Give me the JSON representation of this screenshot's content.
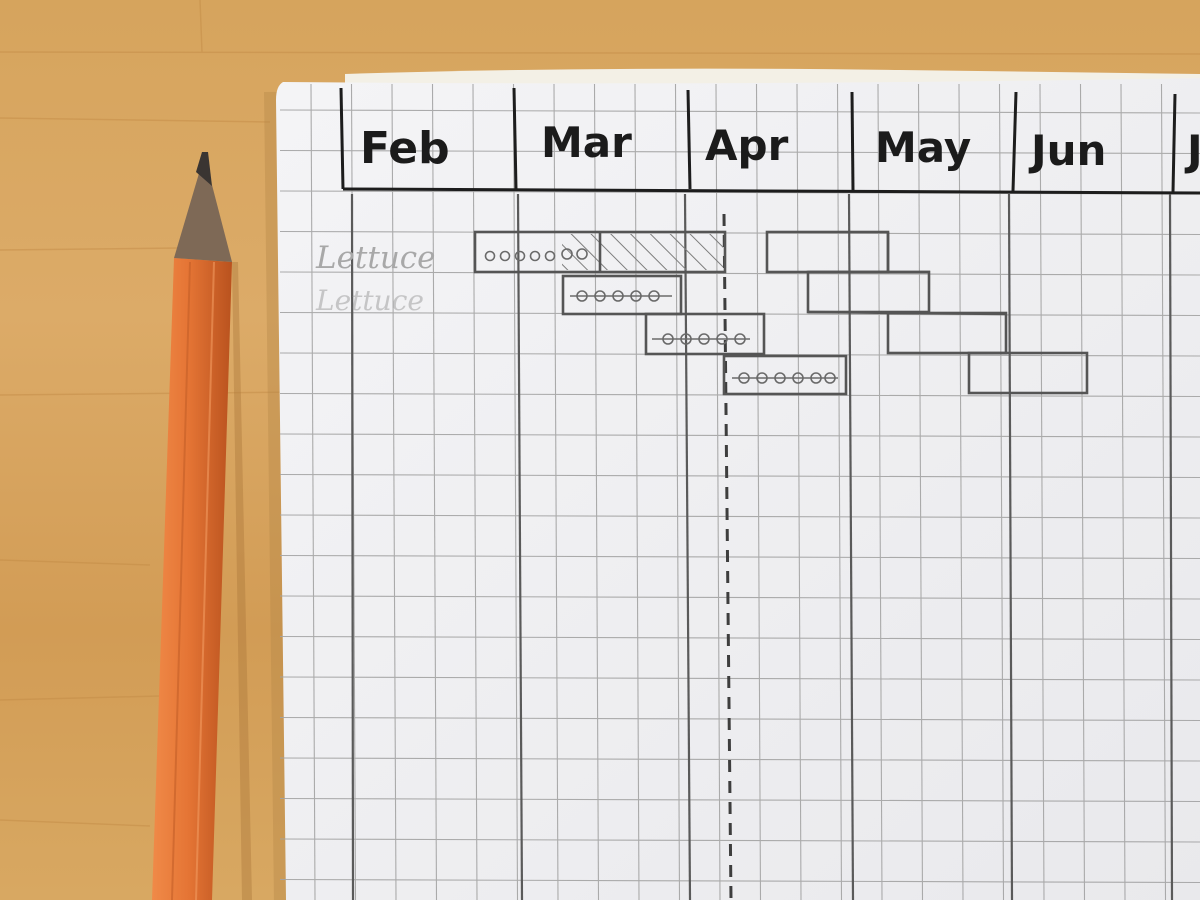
{
  "months": [
    "Feb",
    "Mar",
    "Apr",
    "May",
    "Jun",
    "J"
  ],
  "rows": [
    {
      "label": "Lettuce"
    },
    {
      "label": "Lettuce"
    }
  ],
  "colors": {
    "table": "#d9a861",
    "paper": "#f1f1f3",
    "grid": "#9a9a9a",
    "ink": "#1b1b1b",
    "pencil_body": "#e4783a",
    "pencil_lead": "#3a3532"
  }
}
